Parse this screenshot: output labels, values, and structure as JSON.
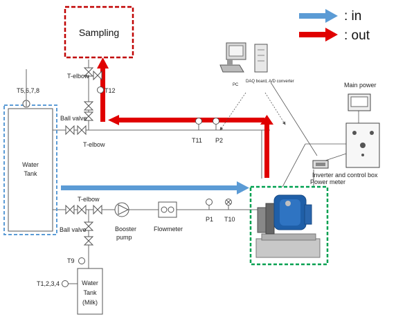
{
  "legend": {
    "in_label": ": in",
    "out_label": ": out",
    "in_color": "#5b9bd5",
    "out_color": "#e00000"
  },
  "labels": {
    "sampling": "Sampling",
    "t_elbow_top": "T-elbow",
    "t12": "T12",
    "ball_valve_top": "Ball valve",
    "t_elbow_mid": "T-elbow",
    "t5678": "T5,6,7,8",
    "water_tank_line1": "Water",
    "water_tank_line2": "Tank",
    "t11": "T11",
    "p2": "P2",
    "pc": "PC",
    "daq": "DAQ board, A/D converter",
    "main_power": "Main power",
    "inverter": "Inverter and control box",
    "power_meter": "Power meter",
    "t_elbow_bottom": "T-elbow",
    "ball_valve_bottom": "Ball valve",
    "booster_line1": "Booster",
    "booster_line2": "pump",
    "flowmeter": "Flowmeter",
    "p1": "P1",
    "t10": "T10",
    "t9": "T9",
    "t1234": "T1,2,3,4",
    "milk_tank_line1": "Water",
    "milk_tank_line2": "Tank",
    "milk_tank_line3": "(Milk)"
  },
  "colors": {
    "sampling_box": "#c00000",
    "tank_box": "#5b9bd5",
    "motor_box": "#00a050",
    "motor_body": "#1f5fa8"
  }
}
